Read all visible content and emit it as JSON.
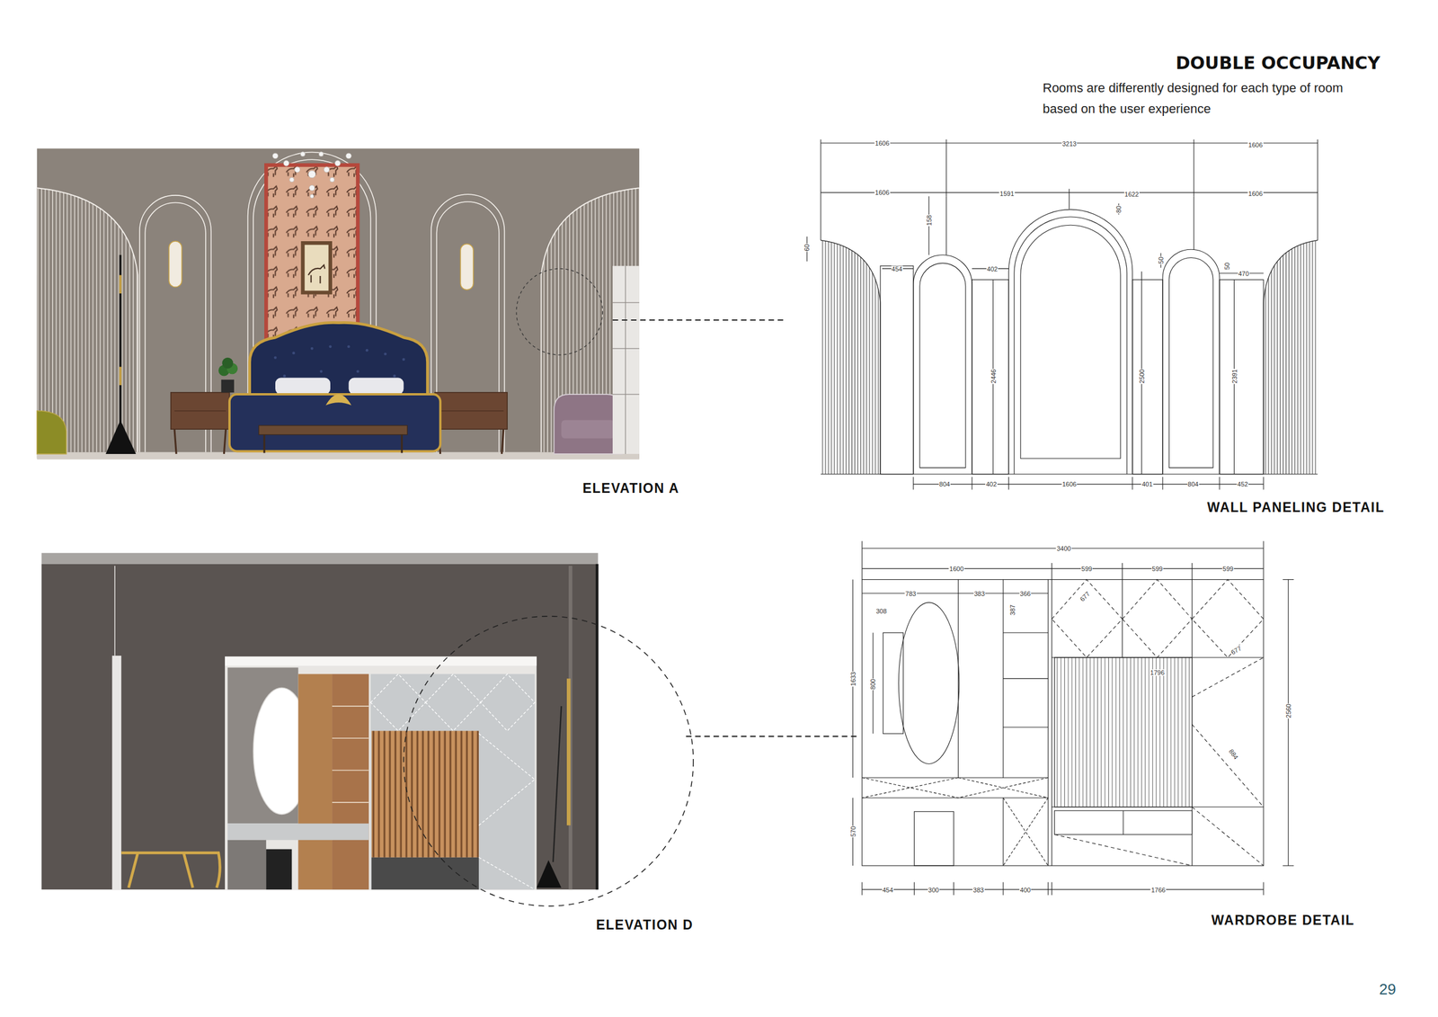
{
  "diagram": {
    "title": "DOUBLE OCCUPANCY",
    "labels": [
      "Rooms are differently designed for each type of room based on the user experience",
      "ELEVATION A",
      "WALL PANELING DETAIL",
      "ELEVATION D",
      "WARDROBE DETAIL",
      "29",
      "1606",
      "3213",
      "1606",
      "1606",
      "1591",
      "1622",
      "1606",
      "158",
      "80",
      "60",
      "454",
      "402",
      "50",
      "50",
      "470",
      "2446",
      "2500",
      "2391",
      "804",
      "402",
      "1606",
      "401",
      "804",
      "452",
      "3400",
      "1600",
      "599",
      "599",
      "599",
      "783",
      "383",
      "366",
      "387",
      "308",
      "677",
      "677",
      "1633",
      "800",
      "1796",
      "2560",
      "884",
      "570",
      "454",
      "300",
      "383",
      "400",
      "1766"
    ]
  }
}
